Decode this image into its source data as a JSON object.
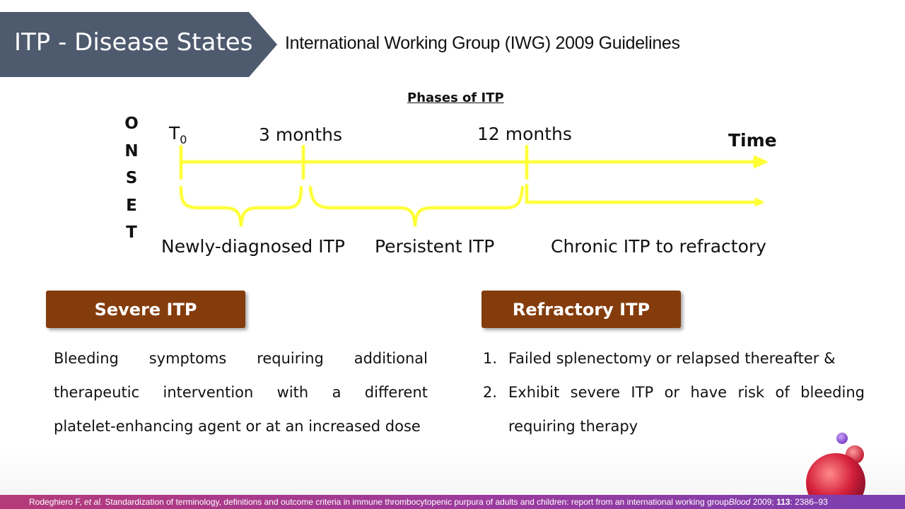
{
  "header": {
    "title": "ITP - Disease States",
    "subtitle": "International Working Group (IWG) 2009 Guidelines",
    "banner_color": "#4e5a6e"
  },
  "phases": {
    "heading": "Phases of ITP",
    "onset_letters": [
      "O",
      "N",
      "S",
      "E",
      "T"
    ],
    "t0_main": "T",
    "t0_sub": "0",
    "marker_3": "3 months",
    "marker_12": "12 months",
    "time_label": "Time",
    "labels": [
      "Newly-diagnosed ITP",
      "Persistent ITP",
      "Chronic ITP to refractory"
    ],
    "timeline_color": "#ffff33"
  },
  "severe": {
    "header": "Severe ITP",
    "lines": [
      "Bleeding symptoms requiring additional",
      "therapeutic  intervention with a different",
      "platelet-enhancing agent or at an increased dose"
    ]
  },
  "refractory": {
    "header": "Refractory ITP",
    "items": [
      {
        "num": "1.",
        "text": "Failed splenectomy or relapsed thereafter &"
      },
      {
        "num": "2.",
        "line1": "Exhibit severe ITP or have risk  of bleeding",
        "line2": "requiring therapy"
      }
    ]
  },
  "header_box_color": "#843c0c",
  "footer": {
    "authors": "Rodeghiero F, ",
    "etal": "et al.",
    "title": " Standardization of terminology, definitions and outcome criteria in immune thrombocytopenic purpura of adults and children: report from an international working group",
    "journal": "Blood",
    "year": " 2009; ",
    "volume": "113",
    "pages": ": 2386–93"
  }
}
